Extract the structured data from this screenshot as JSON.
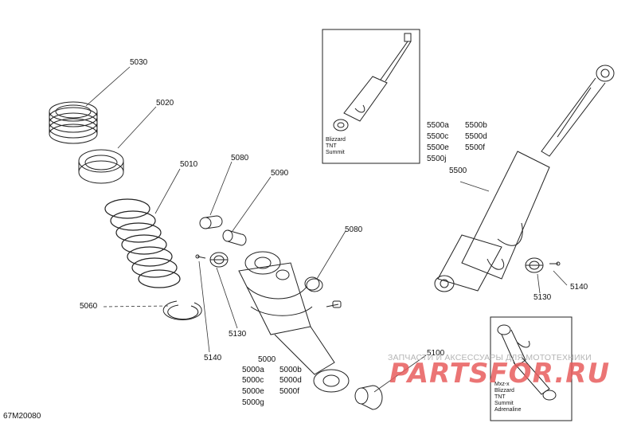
{
  "drawing_code": "67M20080",
  "labels": {
    "p5030": "5030",
    "p5020": "5020",
    "p5010": "5010",
    "p5060": "5060",
    "p5080a": "5080",
    "p5090": "5090",
    "p5080b": "5080",
    "p5130a": "5130",
    "p5140a": "5140",
    "p5000": "5000",
    "v5000a": "5000a",
    "v5000b": "5000b",
    "v5000c": "5000c",
    "v5000d": "5000d",
    "v5000e": "5000e",
    "v5000f": "5000f",
    "v5000g": "5000g",
    "p5100": "5100",
    "v5500a": "5500a",
    "v5500b": "5500b",
    "v5500c": "5500c",
    "v5500d": "5500d",
    "v5500e": "5500e",
    "v5500f": "5500f",
    "v5500j": "5500j",
    "p5500": "5500",
    "p5130b": "5130",
    "p5140b": "5140"
  },
  "inset_top": {
    "line1": "Blizzard",
    "line2": "TNT",
    "line3": "Summit"
  },
  "inset_bottom": {
    "line1": "Mxz-x",
    "line2": "Blizzard",
    "line3": "TNT",
    "line4": "Summit",
    "line5": "Adrenaline"
  },
  "watermark": {
    "tagline": "ЗАПЧАСТИ И АКСЕССУАРЫ ДЛЯ МОТОТЕХНИКИ",
    "brand": "PARTSFOR.RU"
  }
}
